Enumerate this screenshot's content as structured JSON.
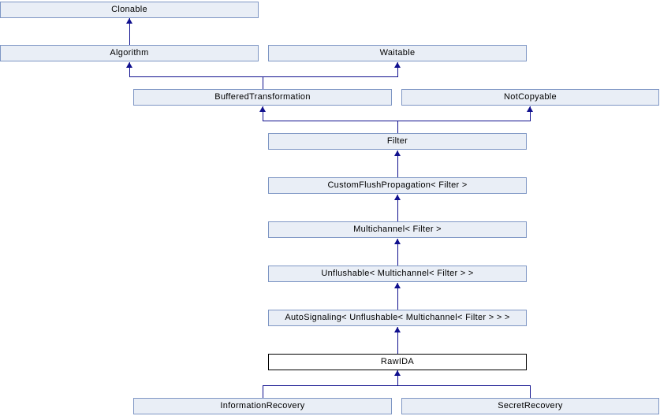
{
  "diagram": {
    "kind": "class-inheritance-graph",
    "current_class": "RawIDA",
    "nodes": [
      {
        "label": "Clonable",
        "current": false
      },
      {
        "label": "Algorithm",
        "current": false
      },
      {
        "label": "Waitable",
        "current": false
      },
      {
        "label": "BufferedTransformation",
        "current": false
      },
      {
        "label": "NotCopyable",
        "current": false
      },
      {
        "label": "Filter",
        "current": false
      },
      {
        "label": "CustomFlushPropagation< Filter >",
        "current": false
      },
      {
        "label": "Multichannel< Filter >",
        "current": false
      },
      {
        "label": "Unflushable< Multichannel< Filter > >",
        "current": false
      },
      {
        "label": "AutoSignaling< Unflushable< Multichannel< Filter > > >",
        "current": false
      },
      {
        "label": "RawIDA",
        "current": true
      },
      {
        "label": "InformationRecovery",
        "current": false
      },
      {
        "label": "SecretRecovery",
        "current": false
      }
    ],
    "edges": [
      {
        "from": "Algorithm",
        "to": "Clonable"
      },
      {
        "from": "BufferedTransformation",
        "to": "Algorithm"
      },
      {
        "from": "BufferedTransformation",
        "to": "Waitable"
      },
      {
        "from": "Filter",
        "to": "BufferedTransformation"
      },
      {
        "from": "Filter",
        "to": "NotCopyable"
      },
      {
        "from": "CustomFlushPropagation< Filter >",
        "to": "Filter"
      },
      {
        "from": "Multichannel< Filter >",
        "to": "CustomFlushPropagation< Filter >"
      },
      {
        "from": "Unflushable< Multichannel< Filter > >",
        "to": "Multichannel< Filter >"
      },
      {
        "from": "AutoSignaling< Unflushable< Multichannel< Filter > > >",
        "to": "Unflushable< Multichannel< Filter > >"
      },
      {
        "from": "RawIDA",
        "to": "AutoSignaling< Unflushable< Multichannel< Filter > > >"
      },
      {
        "from": "InformationRecovery",
        "to": "RawIDA"
      },
      {
        "from": "SecretRecovery",
        "to": "RawIDA"
      }
    ],
    "colors": {
      "node_fill": "#e9eef6",
      "node_border": "#7e96c4",
      "current_fill": "#ffffff",
      "current_border": "#000000",
      "arrow": "#10108e",
      "text": "#000000",
      "background": "#ffffff"
    }
  }
}
